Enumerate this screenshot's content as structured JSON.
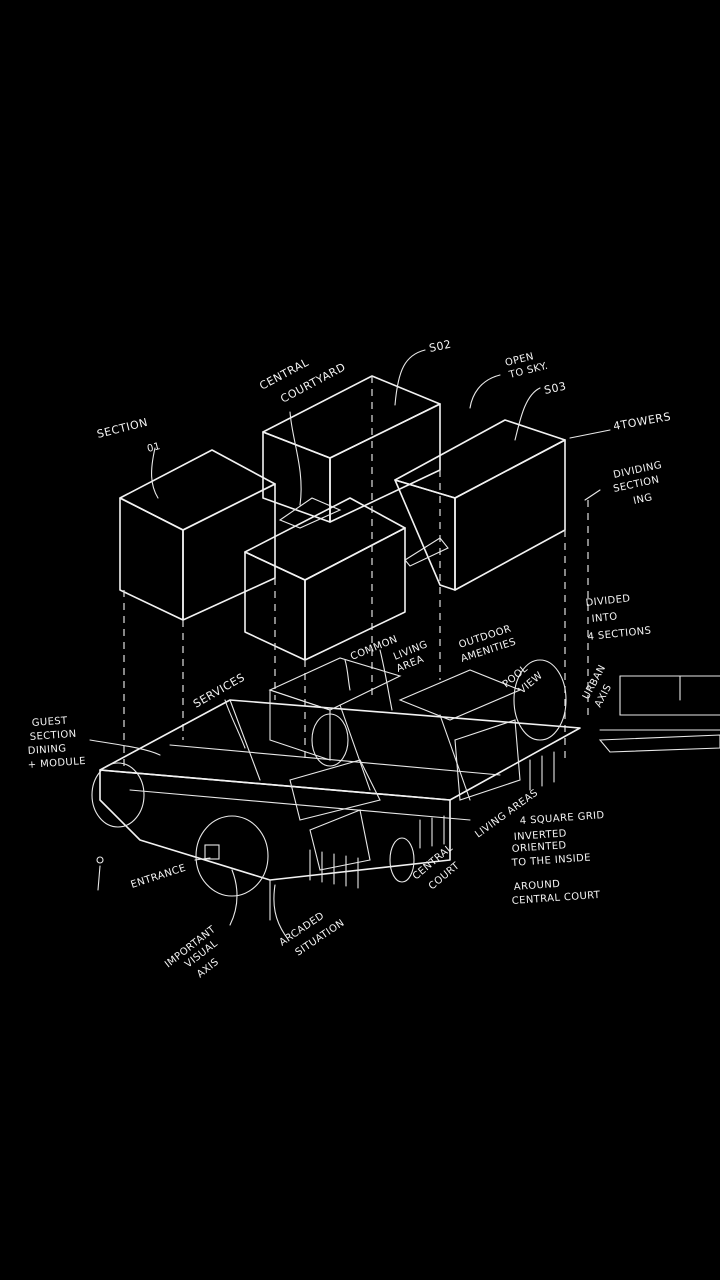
{
  "labels": {
    "section_01": [
      "SECTION",
      "01"
    ],
    "central_courtyard": [
      "CENTRAL",
      "COURTYARD"
    ],
    "s02": "S02",
    "open_to_sky": [
      "OPEN",
      "TO SKY."
    ],
    "s03": "S03",
    "four_towers": "4TOWERS",
    "dividing_section": [
      "DIVIDING",
      "SECTION",
      "ING"
    ],
    "divided_into": [
      "DIVIDED",
      "INTO",
      "4 SECTIONS"
    ],
    "urban_axis": [
      "URBAN",
      "AXIS"
    ],
    "outdoor_amenities": [
      "OUTDOOR",
      "AMENITIES"
    ],
    "living_area": [
      "LIVING",
      "AREA"
    ],
    "common": "COMMON",
    "pool_view": [
      "POOL",
      "VIEW"
    ],
    "services": "SERVICES",
    "guest_section": [
      "GUEST",
      "SECTION",
      "DINING",
      "+ MODULE"
    ],
    "entrance": "ENTRANCE",
    "important_visual_axis": [
      "IMPORTANT",
      "VISUAL",
      "AXIS"
    ],
    "arcaded_situation": [
      "ARCADED",
      "SITUATION"
    ],
    "central_court": [
      "CENTRAL",
      "COURT"
    ],
    "living_areas": "LIVING AREAS",
    "grid_note": [
      "4 SQUARE GRID",
      "INVERTED",
      "ORIENTED",
      "TO THE INSIDE"
    ],
    "around_note": [
      "AROUND",
      "CENTRAL COURT"
    ]
  },
  "colors": {
    "background": "#000000",
    "ink": "#f2f2f2"
  }
}
